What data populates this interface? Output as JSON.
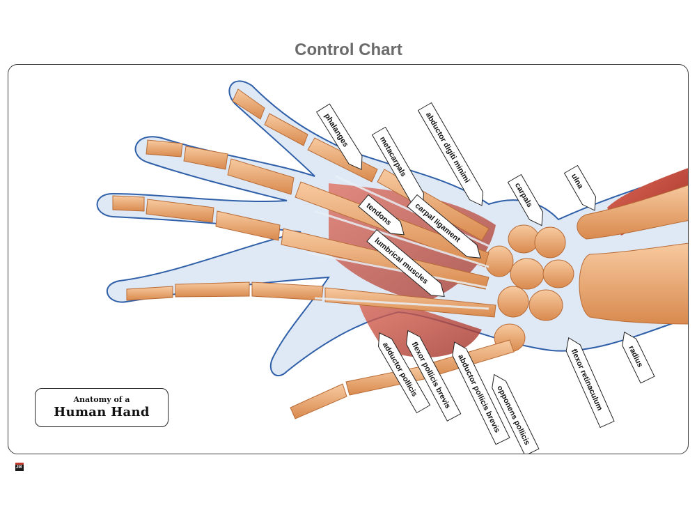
{
  "page": {
    "title": "Control Chart"
  },
  "label_box": {
    "line1": "Anatomy of a",
    "line2": "Human Hand"
  },
  "logo": {
    "text": "JM"
  },
  "callouts": [
    {
      "id": "phalanges",
      "text": "phalanges"
    },
    {
      "id": "metacarpals",
      "text": "metacarpals"
    },
    {
      "id": "abductor-digiti-minimi",
      "text": "abductor digiti minimi"
    },
    {
      "id": "carpals",
      "text": "carpals"
    },
    {
      "id": "ulna",
      "text": "ulna"
    },
    {
      "id": "tendons",
      "text": "tendons"
    },
    {
      "id": "carpal-ligament",
      "text": "carpal ligament"
    },
    {
      "id": "lumbrical-muscles",
      "text": "lumbrical muscles"
    },
    {
      "id": "adductor-pollicis",
      "text": "adductor pollicis"
    },
    {
      "id": "flexor-pollicis-brevis",
      "text": "flexor pollicis brevis"
    },
    {
      "id": "abductor-pollicis-brevis",
      "text": "abductor pollicis brevis"
    },
    {
      "id": "opponens-pollicis",
      "text": "opponens pollicis"
    },
    {
      "id": "flexor-retinaculum",
      "text": "flexor retinaculum"
    },
    {
      "id": "radius",
      "text": "radius"
    }
  ],
  "colors": {
    "bone": "#f0b07a",
    "bone_dark": "#c9753e",
    "muscle": "#c8493a",
    "outline": "#2f5fa8",
    "skin": "#dfe9f5"
  }
}
